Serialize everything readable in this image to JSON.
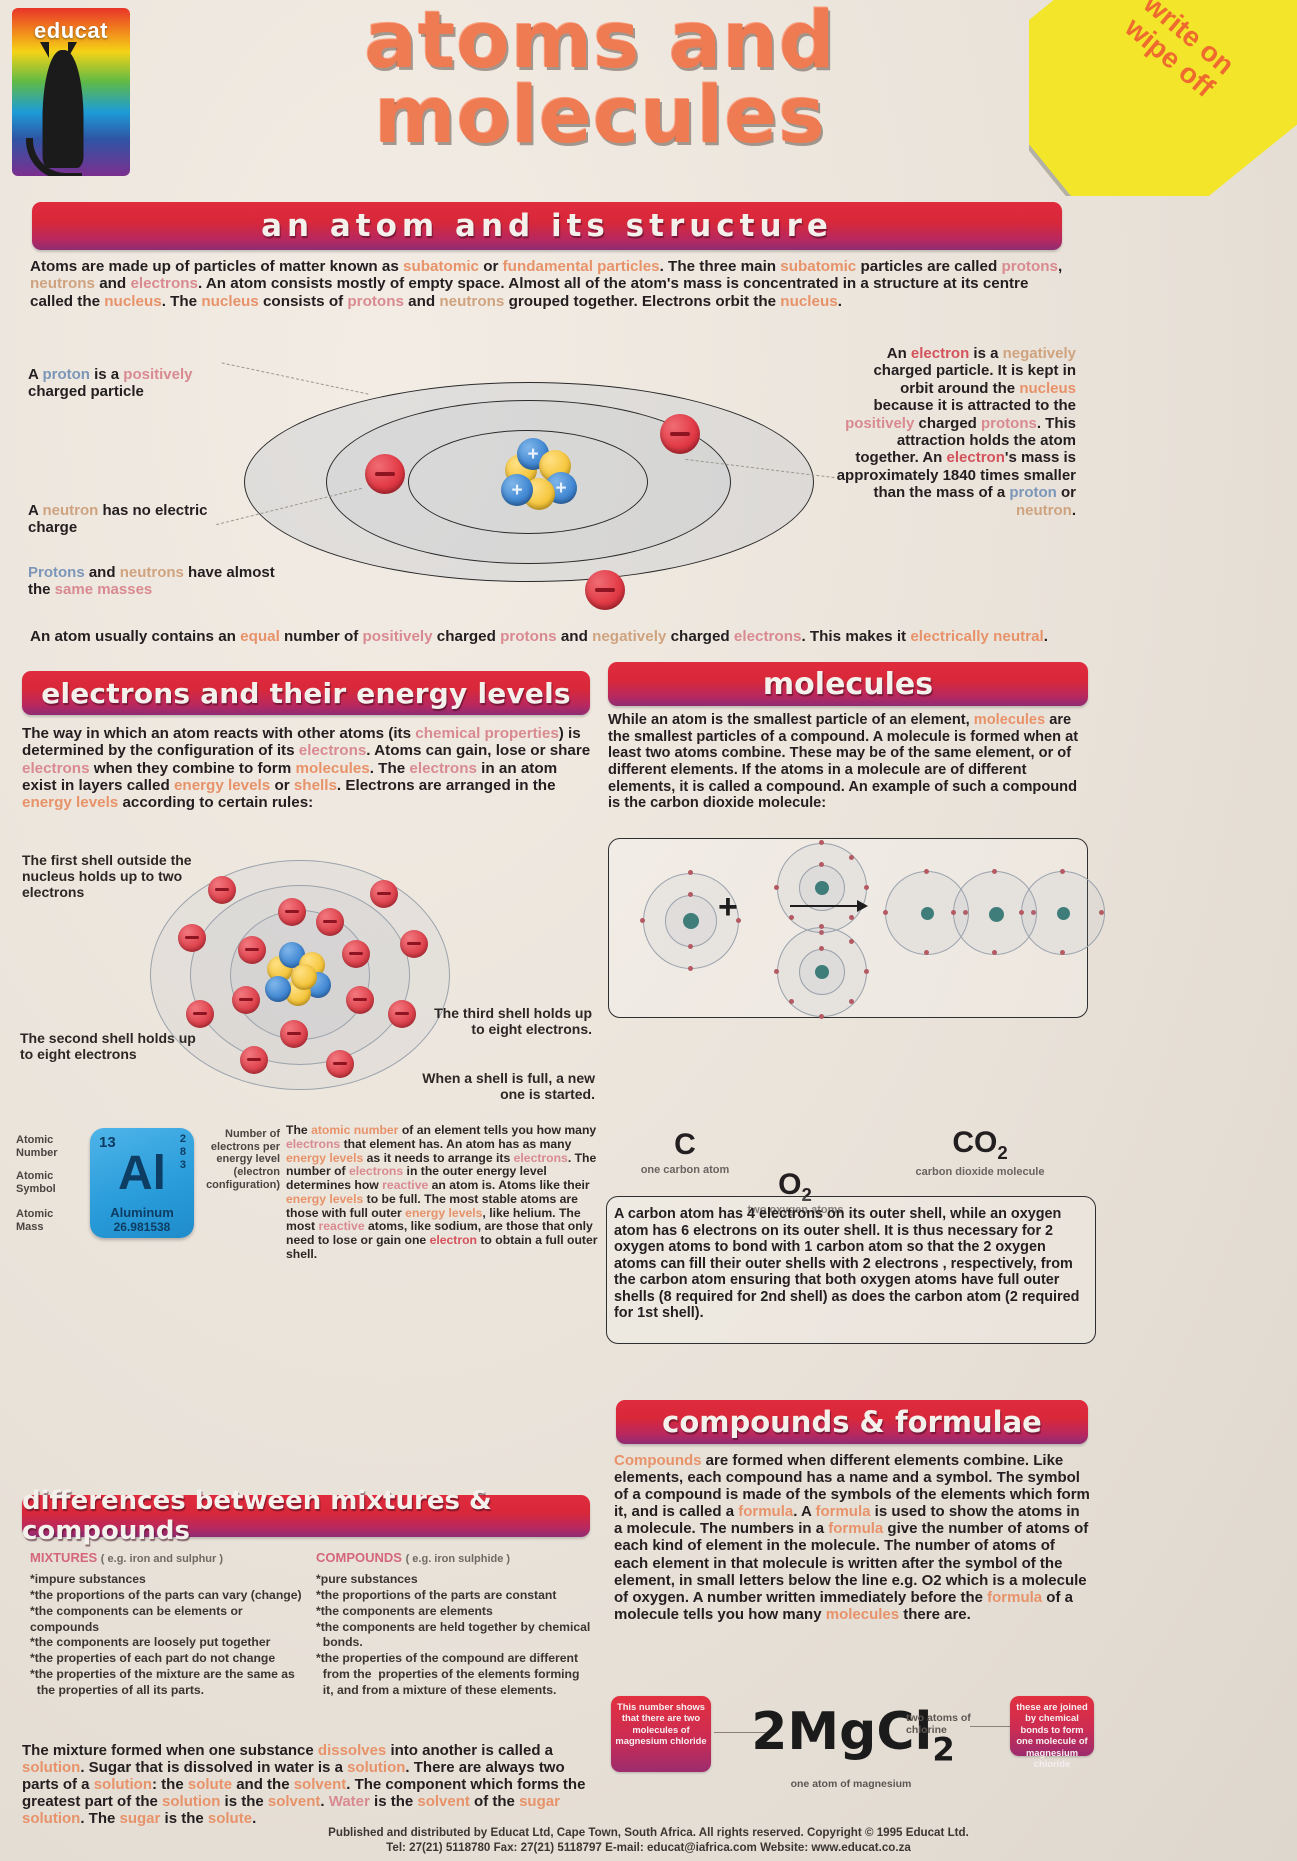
{
  "brand": {
    "logo_word": "educat",
    "corner_badge": "write on\nwipe off"
  },
  "header": {
    "title_line1": "atoms and",
    "title_line2": "molecules"
  },
  "sections": {
    "structure": {
      "banner": "an atom and its structure",
      "intro": "Atoms are made up of particles of matter known as subatomic or fundamental particles. The three main subatomic particles are called protons, neutrons and electrons. An atom consists mostly of empty space. Almost all of the atom's mass is concentrated in a structure at its centre called the nucleus. The nucleus consists of protons and neutrons grouped together. Electrons orbit the nucleus.",
      "label_proton": "A proton is a positively charged particle",
      "label_neutron": "A neutron has no electric charge",
      "label_masses": "Protons and neutrons have almost the same masses",
      "label_electron": "An electron is a negatively charged particle. It is kept in orbit around the nucleus because it is attracted to the positively charged protons. This attraction holds the atom together. An electron's mass is approximately 1840 times smaller than the mass of a proton or neutron.",
      "neutral_line": "An atom usually contains an equal number of positively charged protons and negatively charged electrons. This makes it electrically neutral."
    },
    "electrons": {
      "banner": "electrons and their energy levels",
      "body": "The way in which an atom reacts with other atoms (its chemical properties) is determined by the configuration of its electrons. Atoms can gain, lose or share electrons when they combine to form molecules. The electrons in an atom exist in layers called energy levels or shells. Electrons are arranged in the energy levels according to certain rules:",
      "annot_first": "The first shell outside the nucleus holds up to two electrons",
      "annot_second": "The second shell holds up to eight electrons",
      "annot_third": "The third shell holds up to eight electrons.",
      "annot_full": "When a shell is full, a new one is started.",
      "atomic_number_text": "The atomic number of an element tells you how many electrons that element has. An atom has as many energy levels as it needs to arrange its electrons. The number of electrons in the outer energy level determines how reactive an atom is. Atoms like their energy levels to be full. The most stable atoms are those with full outer energy levels, like helium. The most reactive atoms, like sodium, are those that only need to lose or gain one electron to obtain a full outer shell."
    },
    "element_box": {
      "label_atomic_number": "Atomic Number",
      "label_atomic_symbol": "Atomic Symbol",
      "label_atomic_mass": "Atomic Mass",
      "label_config": "Number of electrons per energy level (electron configuration)",
      "number": "13",
      "symbol": "Al",
      "name": "Aluminum",
      "mass": "26.981538",
      "configuration": "2\n8\n3"
    },
    "molecules": {
      "banner": "molecules",
      "body": "While an atom is the smallest particle of an element, molecules are the smallest particles of a compound. A molecule is formed when at least two atoms combine. These may be of the same element, or of different elements. If the atoms in a molecule are of different elements, it is called a compound. An example of such a compound is the carbon dioxide molecule:",
      "label_c": "C",
      "label_c_sub": "one carbon atom",
      "label_o2": "O",
      "label_o2_num": "2",
      "label_o2_sub": "two oxygen atoms",
      "label_co2": "CO",
      "label_co2_num": "2",
      "label_co2_sub": "carbon dioxide molecule",
      "plus": "+",
      "explanation": "A carbon atom has 4 electrons on its outer shell, while an oxygen atom has 6 electrons on its outer shell. It is thus necessary for 2 oxygen atoms to bond with 1 carbon atom so that the 2 oxygen atoms can fill their outer shells with 2 electrons , respectively, from the carbon atom ensuring that both oxygen atoms have full outer shells (8 required for 2nd shell) as does the carbon atom (2 required for 1st shell)."
    },
    "compounds": {
      "banner": "compounds & formulae",
      "body": "Compounds are formed when different elements combine. Like elements, each compound has a name and a symbol. The symbol of a compound is made of the symbols of the elements which form it, and is called a formula. A formula is used to show the atoms in a molecule. The numbers in a formula give the number of atoms of each kind of element in the molecule. The number of atoms of each element in that molecule is written after the symbol of the element, in small letters below the line e.g. O2 which is a molecule of oxygen. A number written immediately before the formula of a molecule tells you how many molecules there are.",
      "formula": "2MgCl",
      "formula_sub": "2",
      "callout_left": "This number shows that there are two molecules of magnesium chloride",
      "callout_right": "these are joined by chemical bonds to form one molecule of magnesium chloride",
      "label_two_cl": "two atoms of chlorine",
      "label_one_mg": "one atom of magnesium"
    },
    "differences": {
      "banner": "differences between mixtures & compounds",
      "mixtures_head": "MIXTURES",
      "mixtures_eg": "( e.g. iron and sulphur )",
      "compounds_head": "COMPOUNDS",
      "compounds_eg": "( e.g. iron sulphide )",
      "mixtures": [
        "*impure substances",
        "*the proportions of the parts can vary (change)",
        "*the components can be elements or compounds",
        "*the components are loosely put together",
        "*the properties of each part do not change",
        "*the properties of the mixture are the same as\n  the properties of all its parts."
      ],
      "compounds": [
        "*pure substances",
        "*the proportions of the parts are constant",
        "*the components are elements",
        "*the components are held together by chemical\n  bonds.",
        "*the properties of the compound are different\n  from the  properties of the elements forming\n  it, and from a mixture of these elements."
      ],
      "solution_text": "The mixture formed when one substance dissolves into another is called a solution. Sugar that is dissolved in water is a solution. There are always two parts of a solution: the solute and the solvent. The component which forms the greatest part of the solution is the solvent. Water is the solvent of the sugar solution. The sugar is the solute."
    }
  },
  "footer": {
    "line1": "Published and distributed by Educat Ltd, Cape Town, South Africa. All rights reserved. Copyright © 1995 Educat Ltd.",
    "line2": "Tel: 27(21) 5118780 Fax: 27(21) 5118797 E-mail: educat@iafrica.com Website: www.educat.co.za"
  },
  "colors": {
    "banner_start": "#e02b3d",
    "banner_end": "#8e2c73",
    "title": "#ef7b53",
    "badge": "#f2e52a"
  }
}
